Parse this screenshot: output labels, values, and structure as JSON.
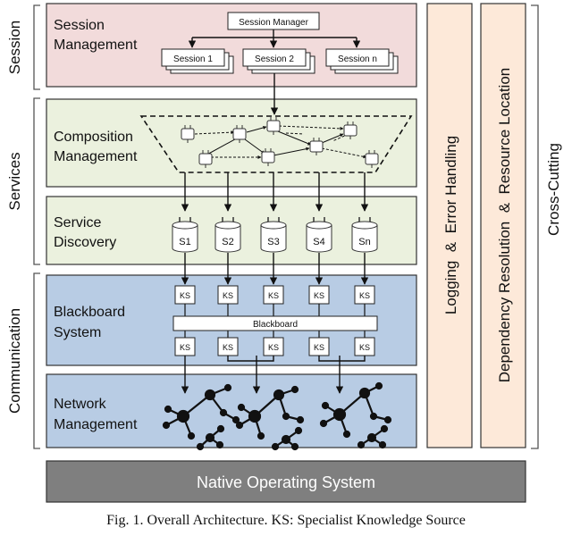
{
  "diagram": {
    "group_labels": {
      "session": "Session",
      "services": "Services",
      "communication": "Communication",
      "cross_cutting": "Cross-Cutting"
    },
    "layers": {
      "session": {
        "line1": "Session",
        "line2": "Management",
        "color": "#f2dbdb"
      },
      "composition": {
        "line1": "Composition",
        "line2": "Management",
        "color": "#ebf1de"
      },
      "discovery": {
        "line1": "Service",
        "line2": "Discovery",
        "color": "#ebf1de"
      },
      "blackboard": {
        "line1": "Blackboard",
        "line2": "System",
        "color": "#b8cce4"
      },
      "network": {
        "line1": "Network",
        "line2": "Management",
        "color": "#b8cce4"
      }
    },
    "session_manager": "Session Manager",
    "sessions": [
      "Session 1",
      "Session 2",
      "Session n"
    ],
    "services": [
      "S1",
      "S2",
      "S3",
      "S4",
      "Sn"
    ],
    "ks_label": "KS",
    "blackboard_label": "Blackboard",
    "vertical_bars": {
      "logging": "Logging  &  Error Handling",
      "dependency": "Dependency Resolution  &  Resource Location",
      "color": "#fde9d9"
    },
    "native_os": {
      "label": "Native Operating System",
      "color": "#7f7f7f"
    }
  },
  "caption": "Fig. 1.  Overall Architecture. KS: Specialist Knowledge Source"
}
